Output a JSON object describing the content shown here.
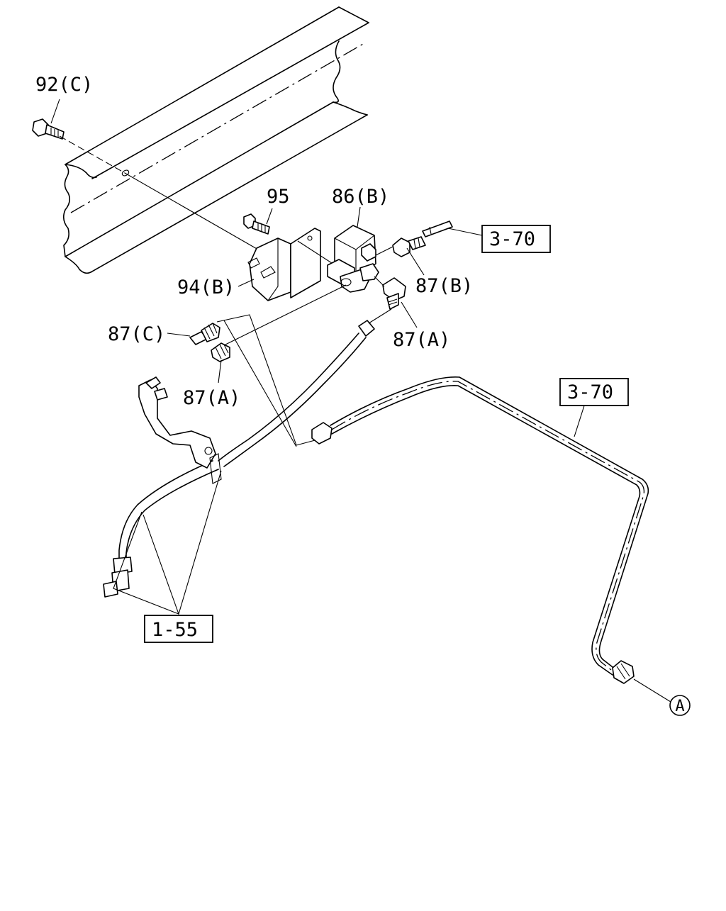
{
  "callouts": {
    "bolt_92c": "92(C)",
    "bolt_95": "95",
    "valve_86b": "86(B)",
    "bracket_94b": "94(B)",
    "fitting_87b": "87(B)",
    "fitting_87c": "87(C)",
    "fitting_87a_upper": "87(A)",
    "fitting_87a_lower": "87(A)"
  },
  "references": {
    "ref_3_70_top": "3-70",
    "ref_3_70_pipe": "3-70",
    "ref_1_55": "1-55",
    "connector_a": "A"
  }
}
